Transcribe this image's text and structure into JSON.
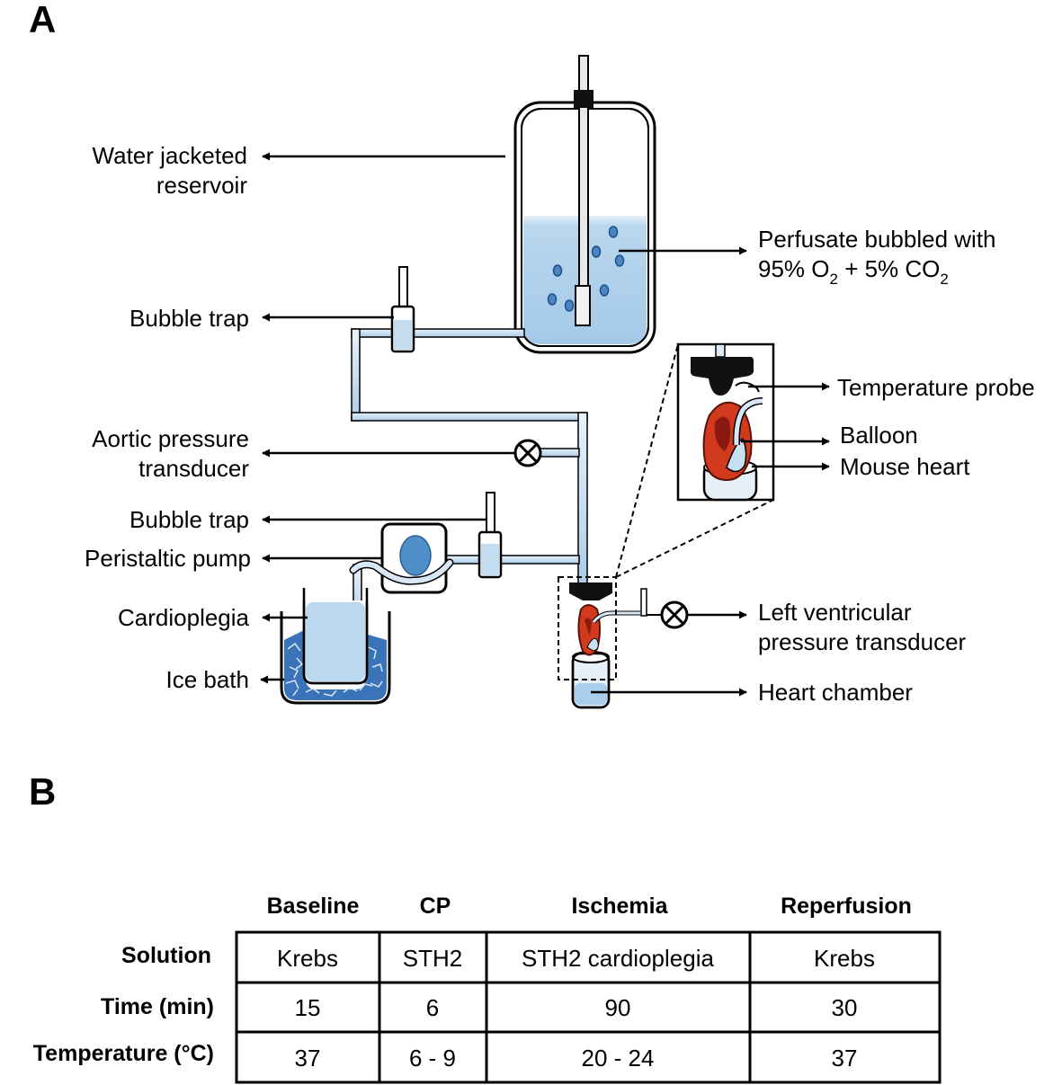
{
  "panels": {
    "a": "A",
    "b": "B"
  },
  "labels": {
    "reservoir_line1": "Water jacketed",
    "reservoir_line2": "reservoir",
    "perfusate_line1": "Perfusate bubbled with",
    "perfusate_line2_a": "95% O",
    "perfusate_line2_sub1": "2",
    "perfusate_line2_b": " + 5% CO",
    "perfusate_line2_sub2": "2",
    "bubble_trap_top": "Bubble trap",
    "aortic_line1": "Aortic pressure",
    "aortic_line2": "transducer",
    "bubble_trap_bottom": "Bubble trap",
    "pump": "Peristaltic pump",
    "cardioplegia": "Cardioplegia",
    "ice_bath": "Ice bath",
    "temp_probe": "Temperature probe",
    "balloon": "Balloon",
    "mouse_heart": "Mouse heart",
    "lv_line1": "Left ventricular",
    "lv_line2": "pressure transducer",
    "heart_chamber": "Heart chamber"
  },
  "table": {
    "columns": [
      "Baseline",
      "CP",
      "Ischemia",
      "Reperfusion"
    ],
    "row_labels": [
      "Solution",
      "Time (min)",
      "Temperature (°C)"
    ],
    "rows": [
      [
        "Krebs",
        "STH2",
        "STH2 cardioplegia",
        "Krebs"
      ],
      [
        "15",
        "6",
        "90",
        "30"
      ],
      [
        "37",
        "6 - 9",
        "20 - 24",
        "37"
      ]
    ]
  },
  "colors": {
    "liquid": "#b9d7ee",
    "liquid_dark": "#8fbde0",
    "bubble": "#4a86c4",
    "ice": "#3b73b8",
    "heart": "#d23a1e",
    "heart_dark": "#8a1a10"
  }
}
